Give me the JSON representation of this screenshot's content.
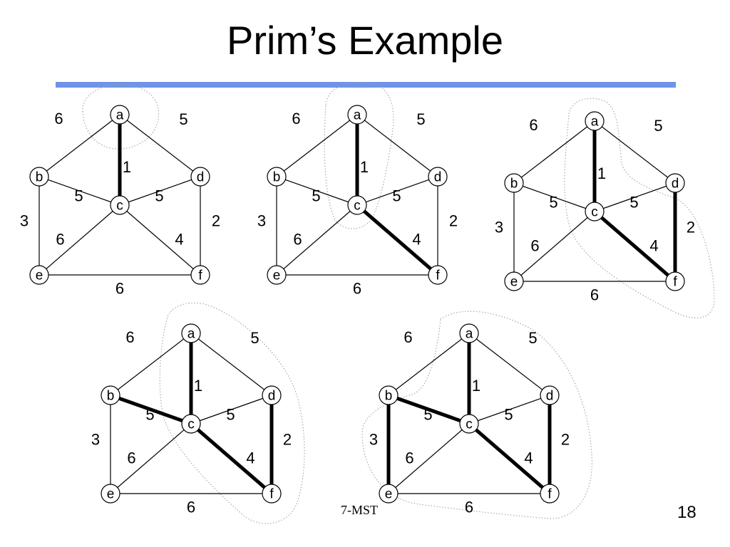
{
  "slide": {
    "title": "Prim’s Example",
    "footer_label": "7-MST",
    "page_number": "18"
  },
  "colors": {
    "rule": "#6f93e8",
    "edge": "#000000",
    "region": "#9a9a9a"
  },
  "graph": {
    "nodes": [
      "a",
      "b",
      "c",
      "d",
      "e",
      "f"
    ],
    "edges": [
      {
        "id": "ab",
        "from": "a",
        "to": "b",
        "weight": "6"
      },
      {
        "id": "ad",
        "from": "a",
        "to": "d",
        "weight": "5"
      },
      {
        "id": "ac",
        "from": "a",
        "to": "c",
        "weight": "1"
      },
      {
        "id": "bc",
        "from": "b",
        "to": "c",
        "weight": "5"
      },
      {
        "id": "cd",
        "from": "c",
        "to": "d",
        "weight": "5"
      },
      {
        "id": "be",
        "from": "b",
        "to": "e",
        "weight": "3"
      },
      {
        "id": "df",
        "from": "d",
        "to": "f",
        "weight": "2"
      },
      {
        "id": "ce",
        "from": "c",
        "to": "e",
        "weight": "6"
      },
      {
        "id": "cf",
        "from": "c",
        "to": "f",
        "weight": "4"
      },
      {
        "id": "ef",
        "from": "e",
        "to": "f",
        "weight": "6"
      }
    ]
  },
  "steps": [
    {
      "tree_edges": [
        "ac"
      ],
      "visited": [
        "a"
      ]
    },
    {
      "tree_edges": [
        "ac",
        "cf"
      ],
      "visited": [
        "a",
        "c"
      ]
    },
    {
      "tree_edges": [
        "ac",
        "cf",
        "df"
      ],
      "visited": [
        "a",
        "c",
        "f"
      ]
    },
    {
      "tree_edges": [
        "ac",
        "cf",
        "df",
        "bc"
      ],
      "visited": [
        "a",
        "c",
        "f",
        "d"
      ]
    },
    {
      "tree_edges": [
        "ac",
        "cf",
        "df",
        "bc",
        "be"
      ],
      "visited": [
        "a",
        "c",
        "f",
        "d",
        "b"
      ]
    }
  ]
}
